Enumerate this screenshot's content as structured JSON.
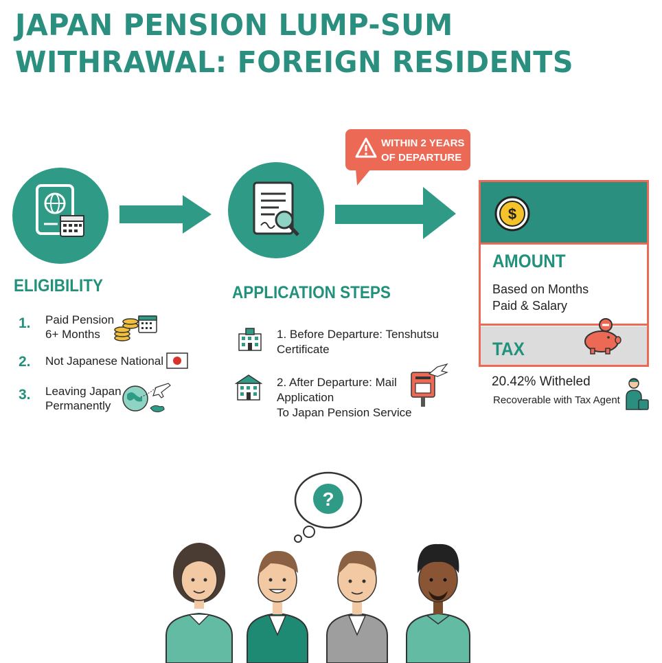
{
  "title": {
    "line1": "JAPAN PENSION LUMP-SUM",
    "line2": "WITHRAWAL: FOREIGN RESIDENTS"
  },
  "eligibility": {
    "heading": "ELIGIBILITY",
    "items": [
      {
        "num": "1.",
        "line1": "Paid Pension",
        "line2": "6+ Months",
        "icon": "coins-calendar-icon"
      },
      {
        "num": "2.",
        "line1": "Not Japanese National",
        "line2": "",
        "icon": "japan-flag-icon"
      },
      {
        "num": "3.",
        "line1": "Leaving Japan",
        "line2": "Permanently",
        "icon": "globe-airplane-icon"
      }
    ],
    "circle_icon": "passport-calendar-icon"
  },
  "application": {
    "heading": "APPLICATION STEPS",
    "steps": [
      {
        "line1": "1. Before Departure: Tenshutsu",
        "line2": "Certificate",
        "line3": "",
        "icon": "city-hall-icon"
      },
      {
        "line1": "2. After Departure: Mail",
        "line2": "Application",
        "line3": "To Japan Pension Service",
        "icon": "city-hall-icon"
      }
    ],
    "circle_icon": "document-search-icon"
  },
  "warning": {
    "line1": "WITHIN 2 YEARS",
    "line2": "OF DEPARTURE",
    "icon": "warning-triangle-icon"
  },
  "amount": {
    "heading": "AMOUNT",
    "line1": "Based on Months",
    "line2": "Paid & Salary",
    "icon": "dollar-coin-icon"
  },
  "tax": {
    "heading": "TAX",
    "main": "20.42% Witheled",
    "sub": "Recoverable with Tax Agent",
    "icon": "piggy-bank-icon"
  },
  "colors": {
    "teal": "#2a8f7f",
    "coral": "#ec6a55",
    "light_gray": "#dcdcdc"
  },
  "question_symbol": "?"
}
